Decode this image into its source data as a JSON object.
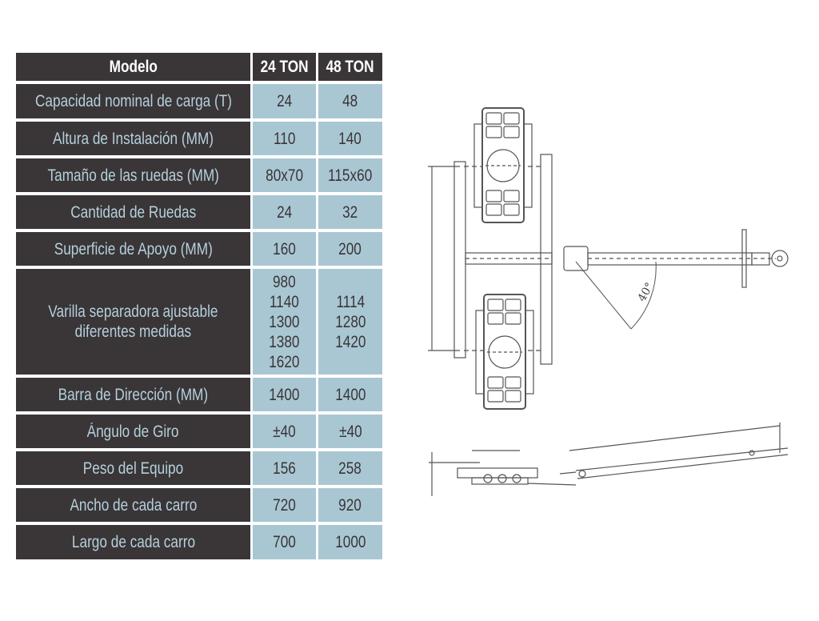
{
  "table": {
    "headers": [
      "Modelo",
      "24 TON",
      "48 TON"
    ],
    "rows": [
      {
        "label": "Capacidad nominal de carga (T)",
        "v24": "24",
        "v48": "48"
      },
      {
        "label": "Altura de Instalación (MM)",
        "v24": "110",
        "v48": "140"
      },
      {
        "label": "Tamaño de las ruedas (MM)",
        "v24": "80x70",
        "v48": "115x60"
      },
      {
        "label": "Cantidad de Ruedas",
        "v24": "24",
        "v48": "32"
      },
      {
        "label": "Superficie de Apoyo (MM)",
        "v24": "160",
        "v48": "200"
      },
      {
        "label": "Varilla separadora ajustable\ndiferentes medidas",
        "v24": "980\n1140\n1300\n1380\n1620",
        "v48": "1114\n1280\n1420"
      },
      {
        "label": "Barra de Dirección (MM)",
        "v24": "1400",
        "v48": "1400"
      },
      {
        "label": "Ángulo de Giro",
        "v24": "±40",
        "v48": "±40"
      },
      {
        "label": "Peso del Equipo",
        "v24": "156",
        "v48": "258"
      },
      {
        "label": "Ancho de cada carro",
        "v24": "720",
        "v48": "920"
      },
      {
        "label": "Largo de cada carro",
        "v24": "700",
        "v48": "1000"
      }
    ]
  },
  "drawing": {
    "angle_label": "40°"
  },
  "colors": {
    "dark": "#3a3537",
    "cell": "#a9c7d3",
    "label_text": "#b4d0dc"
  }
}
